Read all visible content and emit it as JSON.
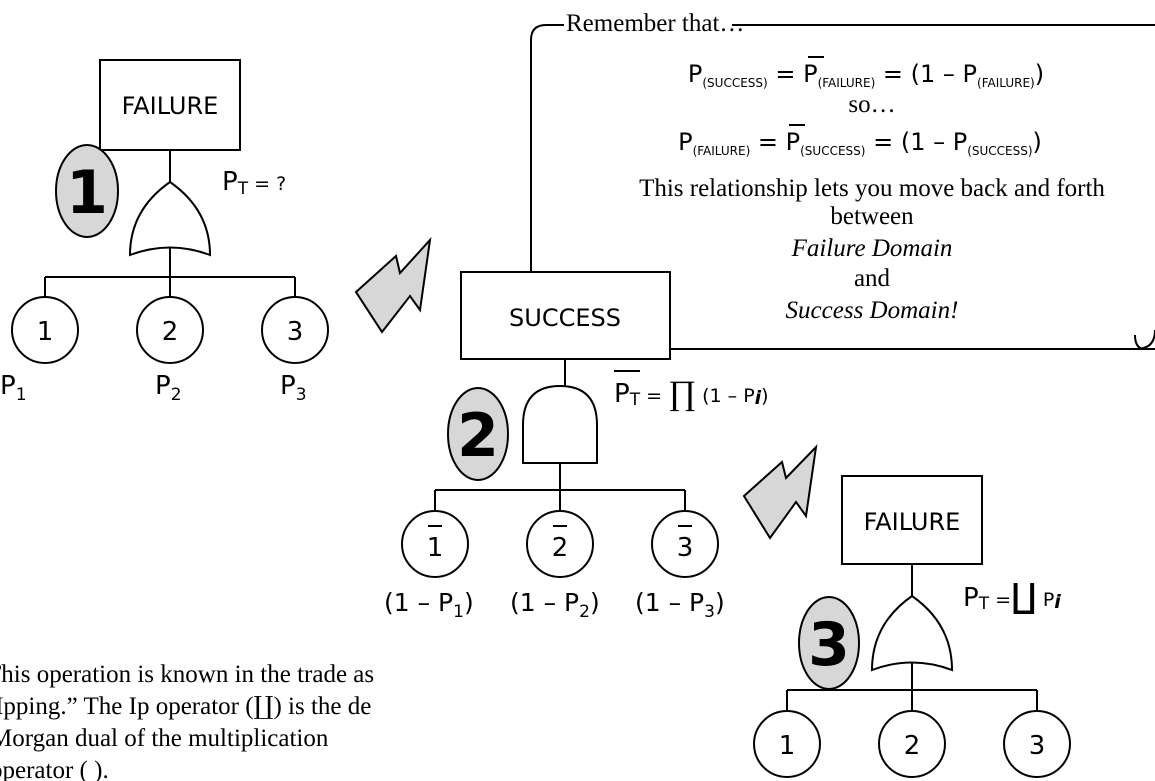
{
  "diagram1": {
    "top_event": "FAILURE",
    "step": "1",
    "gate_label_main": "P",
    "gate_label_sub": "T",
    "gate_label_rest": " = ?",
    "events": [
      {
        "id": "1",
        "p_main": "P",
        "p_sub": "1"
      },
      {
        "id": "2",
        "p_main": "P",
        "p_sub": "2"
      },
      {
        "id": "3",
        "p_main": "P",
        "p_sub": "3"
      }
    ]
  },
  "diagram2": {
    "top_event": "SUCCESS",
    "step": "2",
    "gate_label_main": "P",
    "gate_label_sub": "T",
    "gate_label_eq": " = ",
    "gate_label_op": "∏",
    "gate_label_tail": " (1 – P",
    "gate_label_i": "i",
    "gate_label_close": ")",
    "events": [
      {
        "id": "1",
        "prob_open": "(1 – P",
        "prob_sub": "1",
        "prob_close": ")"
      },
      {
        "id": "2",
        "prob_open": "(1 – P",
        "prob_sub": "2",
        "prob_close": ")"
      },
      {
        "id": "3",
        "prob_open": "(1 – P",
        "prob_sub": "3",
        "prob_close": ")"
      }
    ]
  },
  "diagram3": {
    "top_event": "FAILURE",
    "step": "3",
    "gate_label_main": "P",
    "gate_label_sub": "T",
    "gate_label_eq": " =",
    "gate_label_op": "∐",
    "gate_label_p": " P",
    "gate_label_i": "i",
    "events": [
      {
        "id": "1"
      },
      {
        "id": "2"
      },
      {
        "id": "3"
      }
    ]
  },
  "callout": {
    "heading": "Remember that…",
    "eq1": {
      "lhs_p": "P",
      "lhs_sub": "(SUCCESS)",
      "eq_a": " = ",
      "mid_p": "P",
      "mid_sub": "(FAILURE)",
      "eq_b": " = (1 – P",
      "rhs_sub": "(FAILURE)",
      "close": ")"
    },
    "so": "so…",
    "eq2": {
      "lhs_p": "P",
      "lhs_sub": "(FAILURE)",
      "eq_a": " = ",
      "mid_p": "P",
      "mid_sub": "(SUCCESS)",
      "eq_b": " = (1 – P",
      "rhs_sub": "(SUCCESS)",
      "close": ")"
    },
    "line1": "This relationship lets you move back and forth",
    "line2": "between",
    "line3": "Failure Domain",
    "line4": "and",
    "line5": "Success Domain!"
  },
  "note": {
    "line1": "This operation is known in the trade as",
    "line2": "“Ipping.” The Ip operator (∐) is the de",
    "line3": "Morgan dual of the multiplication",
    "line4": "operator (  )."
  }
}
